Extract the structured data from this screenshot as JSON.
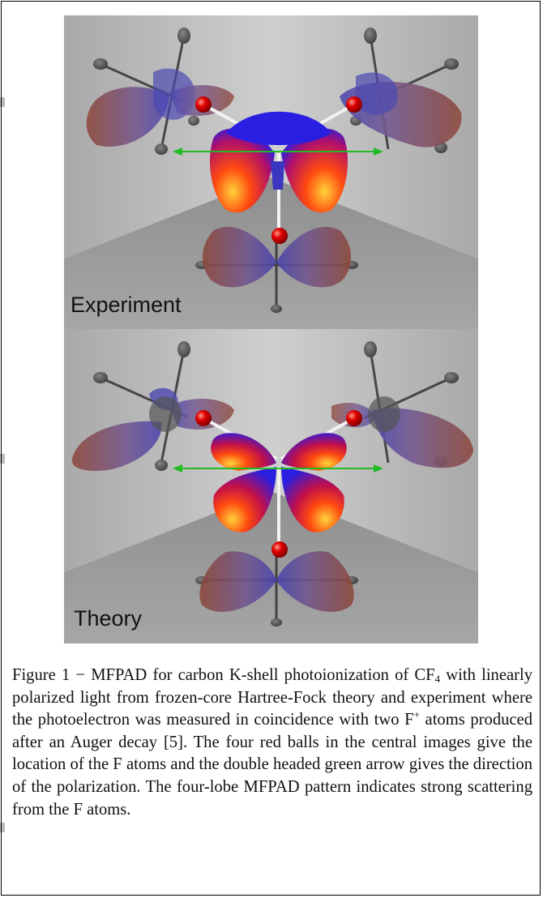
{
  "figure": {
    "panels": [
      {
        "label": "Experiment"
      },
      {
        "label": "Theory"
      }
    ],
    "caption": {
      "part1": "Figure 1 − MFPAD for carbon K-shell photoionization of CF",
      "sub": "4",
      "part2": " with linearly polarized light from frozen-core Hartree-Fock theory and experiment where the photoelectron was measured in coincidence with two F",
      "sup": "+",
      "part3": " atoms produced after an Auger decay [5]. The four red balls in the central images give the location of the F atoms and the double headed green arrow gives the direction of the polarization. The four-lobe MFPAD pattern indicates strong scattering from the F atoms."
    },
    "colors": {
      "atom": "#e00000",
      "arrow": "#22bb22",
      "lobe_blue": "#2a1ee0",
      "lobe_red": "#e02010",
      "background_wall": "#bdbdbd",
      "background_floor": "#9a9a9a"
    }
  }
}
